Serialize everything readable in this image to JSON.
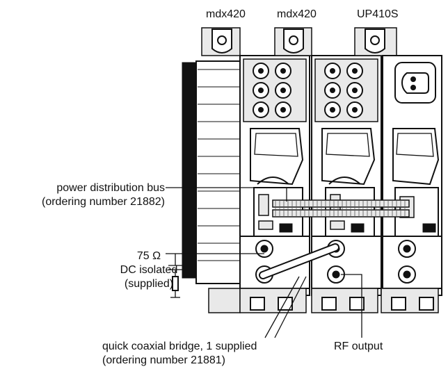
{
  "modules": [
    "mdx420",
    "mdx420",
    "UP410S"
  ],
  "labels": {
    "power_bus_line1": "power distribution bus",
    "power_bus_line2": "(ordering number 21882)",
    "term_line1": "75 Ω",
    "term_line2": "DC isolated",
    "term_line3": "(supplied)",
    "bridge_line1": "quick coaxial bridge, 1 supplied",
    "bridge_line2": "(ordering number 21881)",
    "rf_output": "RF output"
  },
  "icons": [
    "coax-connector-icon",
    "power-socket-icon",
    "terminator-resistor-icon"
  ]
}
